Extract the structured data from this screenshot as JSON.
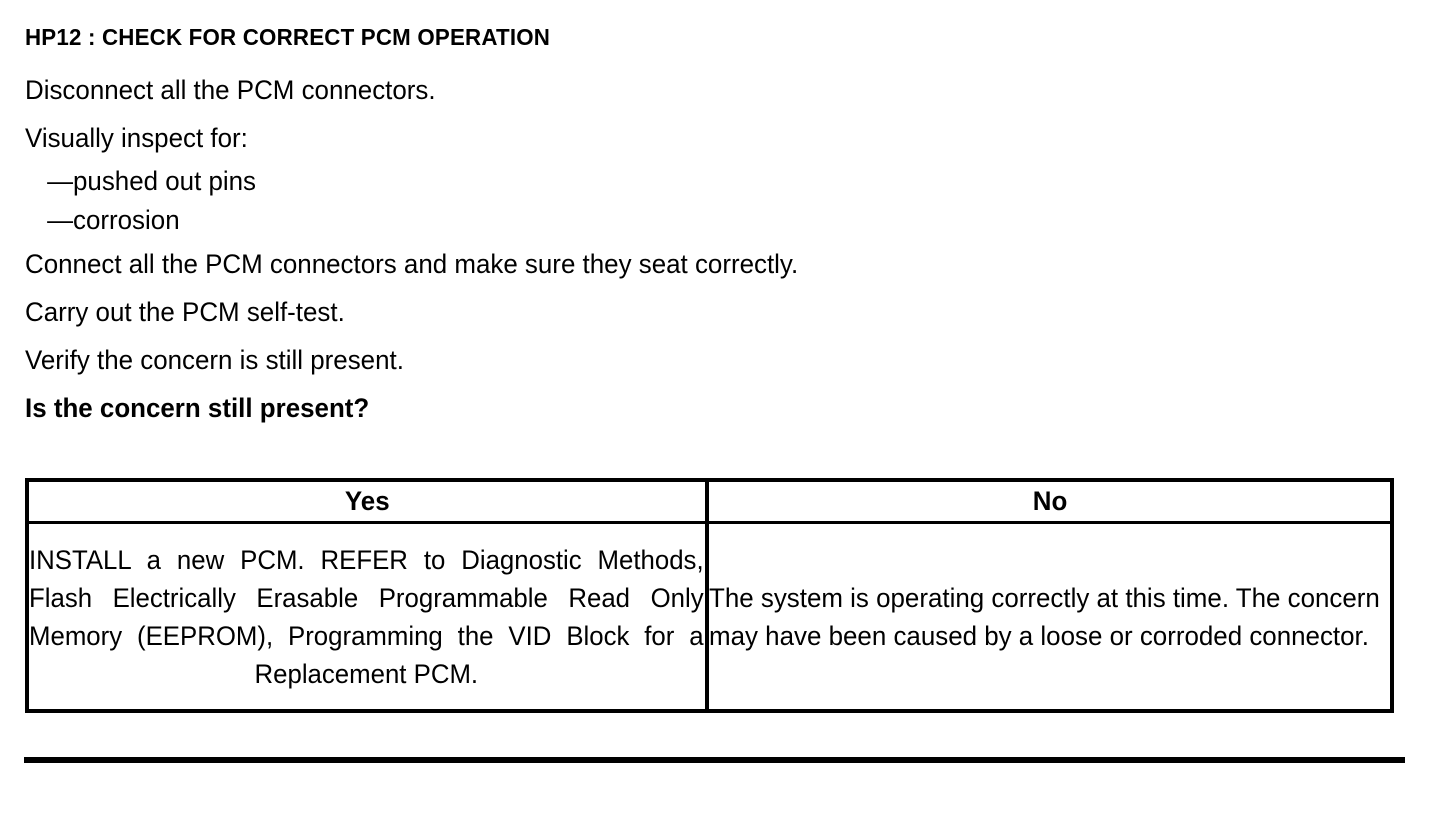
{
  "document": {
    "step_title": "HP12 : CHECK FOR CORRECT PCM OPERATION",
    "instructions": [
      {
        "text": "Disconnect all the PCM connectors.",
        "bold": false
      },
      {
        "text": "Visually inspect for:",
        "bold": false
      }
    ],
    "bullets": [
      {
        "dash": "—",
        "text": "pushed out pins"
      },
      {
        "dash": "—",
        "text": "corrosion"
      }
    ],
    "instructions_after": [
      {
        "text": "Connect all the PCM connectors and make sure they seat correctly.",
        "bold": false
      },
      {
        "text": "Carry out the PCM self-test.",
        "bold": false
      },
      {
        "text": "Verify the concern is still present.",
        "bold": false
      },
      {
        "text": "Is the concern still present?",
        "bold": true
      }
    ],
    "question": "Is the concern still present?"
  },
  "answer_table": {
    "headers": {
      "yes": "Yes",
      "no": "No"
    },
    "cells": {
      "yes": "INSTALL a new PCM. REFER to Diagnostic Methods, Flash Electrically Erasable Programmable Read Only Memory (EEPROM), Programming the VID Block for a Replacement PCM.",
      "no": "The system is operating correctly at this time. The concern may have been caused by a loose or corroded connector."
    }
  },
  "style": {
    "ink_color": "#000000",
    "paper_color": "#ffffff"
  }
}
